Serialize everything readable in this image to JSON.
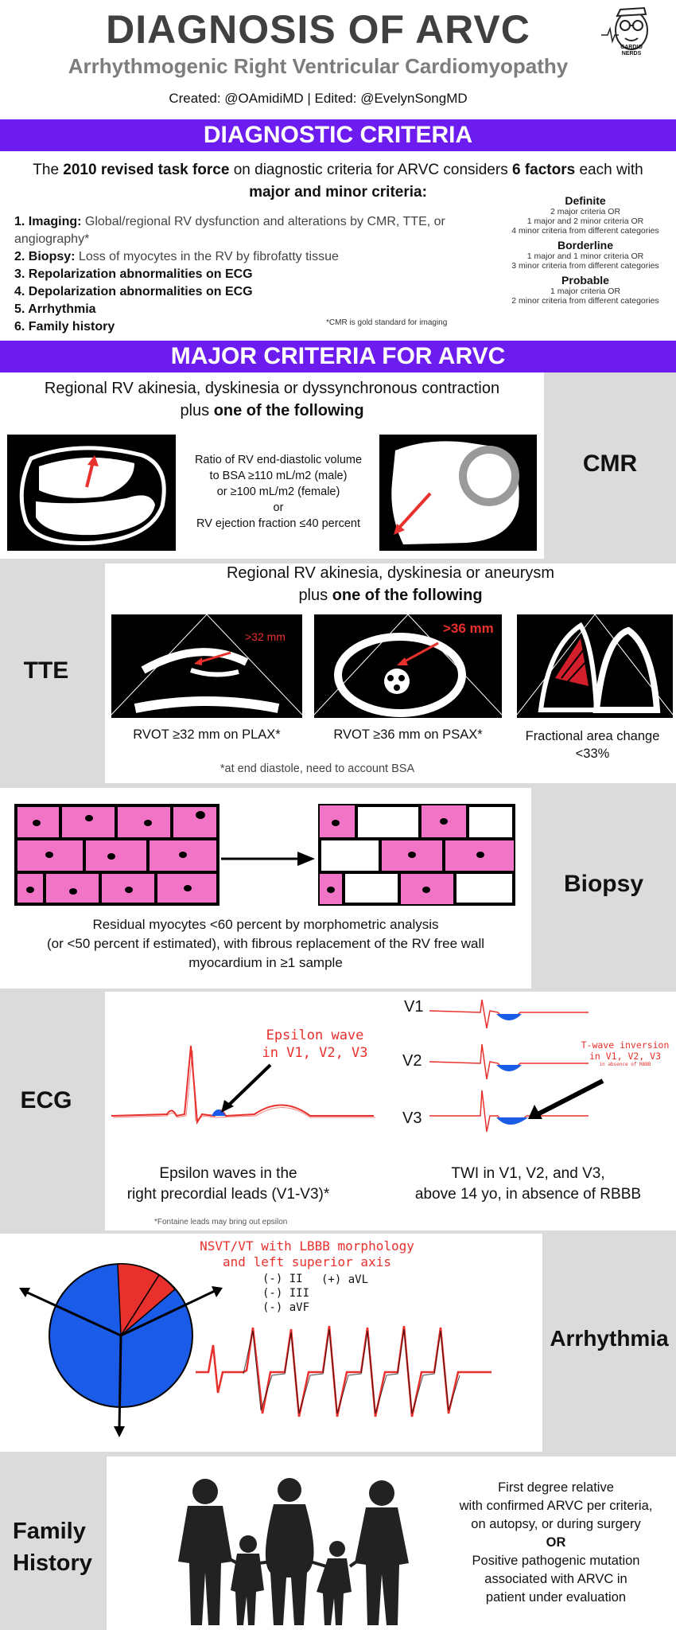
{
  "header": {
    "title": "DIAGNOSIS OF ARVC",
    "subtitle": "Arrhythmogenic Right Ventricular Cardiomyopathy",
    "credits": "Created:  @OAmidiMD | Edited: @EvelynSongMD",
    "logo_text": "CARDIO NERDS"
  },
  "diagnostic": {
    "banner": "DIAGNOSTIC CRITERIA",
    "intro_pre": "The ",
    "intro_bold1": "2010 revised task force",
    "intro_mid": " on diagnostic criteria for ARVC considers ",
    "intro_bold2": "6 factors",
    "intro_post": " each with",
    "intro_line2": "major and minor criteria:",
    "items": [
      {
        "num_label": "1. Imaging:",
        "text": " Global/regional RV dysfunction and alterations by CMR, TTE, or angiography*"
      },
      {
        "num_label": "2. Biopsy:",
        "text": " Loss of myocytes in the RV by fibrofatty tissue"
      },
      {
        "num_label": "3. Repolarization abnormalities on ECG",
        "text": ""
      },
      {
        "num_label": "4. Depolarization abnormalities on ECG",
        "text": ""
      },
      {
        "num_label": "5. Arrhythmia",
        "text": ""
      },
      {
        "num_label": "6. Family history",
        "text": ""
      }
    ],
    "footnote": "*CMR is gold standard for imaging",
    "categories": [
      {
        "name": "Definite",
        "lines": [
          "2 major criteria OR",
          "1 major and 2 minor criteria OR",
          "4 minor criteria from different categories"
        ]
      },
      {
        "name": "Borderline",
        "lines": [
          "1 major and 1 minor criteria OR",
          "3 minor criteria from different categories"
        ]
      },
      {
        "name": "Probable",
        "lines": [
          "1 major criteria OR",
          "2 minor criteria from different categories"
        ]
      }
    ]
  },
  "major": {
    "banner": "MAJOR CRITERIA FOR ARVC",
    "cmr": {
      "label": "CMR",
      "line1": "Regional RV akinesia, dyskinesia or dyssynchronous contraction",
      "line2_pre": "plus ",
      "line2_bold": "one of the following",
      "ratio_lines": [
        "Ratio of RV end-diastolic volume",
        "to BSA ≥110 mL/m2 (male)",
        "or ≥100 mL/m2 (female)",
        "or",
        "RV ejection fraction ≤40 percent"
      ]
    },
    "tte": {
      "label": "TTE",
      "line1": "Regional RV akinesia, dyskinesia or aneurysm",
      "line2_pre": "plus ",
      "line2_bold": "one of the following",
      "img1_annot": ">32 mm",
      "img2_annot": ">36 mm",
      "cap1": "RVOT ≥32 mm on PLAX*",
      "cap2": "RVOT ≥36 mm on PSAX*",
      "cap3a": "Fractional area change",
      "cap3b": "<33%",
      "footnote": "*at end diastole, need to account BSA"
    },
    "biopsy": {
      "label": "Biopsy",
      "lines": [
        "Residual myocytes <60 percent by morphometric analysis",
        "(or <50 percent if estimated), with fibrous replacement of the RV free wall",
        "myocardium in ≥1 sample"
      ]
    },
    "ecg": {
      "label": "ECG",
      "epsilon_annot_1": "Epsilon wave",
      "epsilon_annot_2": "in V1, V2, V3",
      "leads": [
        "V1",
        "V2",
        "V3"
      ],
      "twi_annot_1": "T-wave inversion",
      "twi_annot_2": "in V1, V2, V3",
      "twi_annot_3": "in absence of RBBB",
      "cap_left_1": "Epsilon waves in the",
      "cap_left_2": "right precordial leads (V1-V3)*",
      "cap_right_1": "TWI in V1, V2, and V3,",
      "cap_right_2": "above 14 yo, in absence of RBBB",
      "footnote": "*Fontaine leads may bring out epsilon"
    },
    "arrhythmia": {
      "label": "Arrhythmia",
      "annot_1": "NSVT/VT with LBBB morphology",
      "annot_2": "and left superior axis",
      "leads_neg": [
        "(-) II",
        "(-) III",
        "(-) aVF"
      ],
      "lead_pos": "(+) aVL"
    },
    "family": {
      "label_1": "Family",
      "label_2": "History",
      "lines": [
        "First degree relative",
        "with confirmed ARVC per criteria,",
        "on autopsy, or during surgery"
      ],
      "or": "OR",
      "lines2": [
        "Positive pathogenic mutation",
        "associated with ARVC in",
        "patient under evaluation"
      ]
    }
  },
  "colors": {
    "banner": "#6d1cf0",
    "gray_panel": "#dcdbdb",
    "pink": "#f274c7",
    "ecg_red": "#e8302c",
    "blue": "#1a5be8"
  }
}
